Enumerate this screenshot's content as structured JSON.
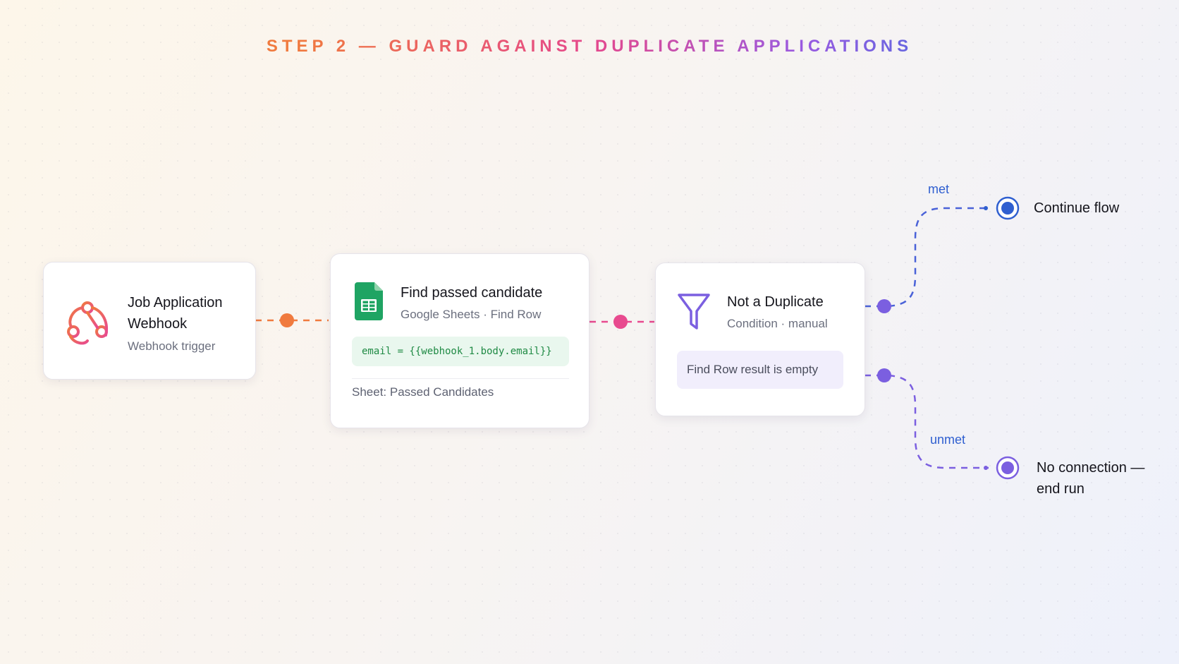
{
  "title": "STEP 2 — GUARD AGAINST DUPLICATE APPLICATIONS",
  "nodes": {
    "webhook": {
      "title_line1": "Job Application",
      "title_line2": "Webhook",
      "subtitle": "Webhook trigger",
      "icon": "webhook-icon"
    },
    "find": {
      "title": "Find passed candidate",
      "subtitle": "Google Sheets · Find Row",
      "code": "email = {{webhook_1.body.email}}",
      "footer": "Sheet: Passed Candidates",
      "icon": "google-sheets-icon"
    },
    "condition": {
      "title": "Not a Duplicate",
      "subtitle": "Condition · manual",
      "rule": "Find Row result is empty",
      "icon": "filter-funnel-icon"
    }
  },
  "branches": {
    "met": {
      "label": "met",
      "target": "Continue flow",
      "color": "#2f5fd0"
    },
    "unmet": {
      "label": "unmet",
      "target_line1": "No connection —",
      "target_line2": "end run",
      "color": "#7b5fe0"
    }
  },
  "colors": {
    "orange": "#f07a3e",
    "pink": "#e84a8f",
    "purple": "#7b5fe0",
    "blue": "#2f5fd0",
    "sheets_green": "#1fa463"
  }
}
